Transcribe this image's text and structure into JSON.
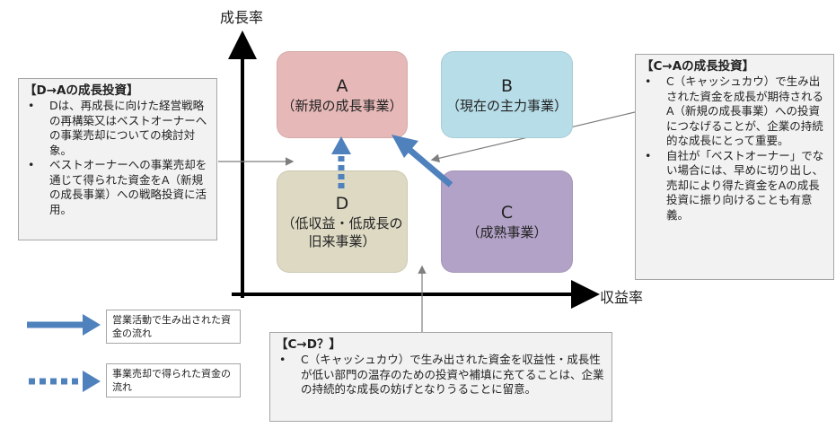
{
  "axes": {
    "y_label": "成長率",
    "x_label": "収益率"
  },
  "quadrants": {
    "A": {
      "letter": "A",
      "name": "（新規の成長事業）",
      "color": "#e6b9b8"
    },
    "B": {
      "letter": "B",
      "name": "（現在の主力事業）",
      "color": "#b7dde8"
    },
    "C": {
      "letter": "C",
      "name": "（成熟事業）",
      "color": "#b3a2c7"
    },
    "D": {
      "letter": "D",
      "name_line1": "（低収益・低成長の",
      "name_line2": "旧来事業）",
      "color": "#ddd9c3"
    }
  },
  "notes": {
    "d_to_a": {
      "title": "【D→Aの成長投資】",
      "items": [
        "Dは、再成長に向けた経営戦略の再構築又はベストオーナーへの事業売却についての検討対象。",
        "ベストオーナーへの事業売却を通じて得られた資金をA（新規の成長事業）への戦略投資に活用。"
      ]
    },
    "c_to_a": {
      "title": "【C→Aの成長投資】",
      "items": [
        "C（キャッシュカウ）で生み出された資金を成長が期待されるA（新規の成長事業）への投資につなげることが、企業の持続的な成長にとって重要。",
        "自社が「ベストオーナー」でない場合には、早めに切り出し、売却により得た資金をAの成長投資に振り向けることも有意義。"
      ]
    },
    "c_to_d": {
      "title": "【C→D？】",
      "items": [
        "C（キャッシュカウ）で生み出された資金を収益性・成長性が低い部門の温存のための投資や補填に充てることは、企業の持続的な成長の妨げとなりうることに留意。"
      ]
    }
  },
  "legend": {
    "solid": "営業活動で生み出された資金の流れ",
    "dashed": "事業売却で得られた資金の流れ",
    "arrow_color": "#4f81bd"
  }
}
